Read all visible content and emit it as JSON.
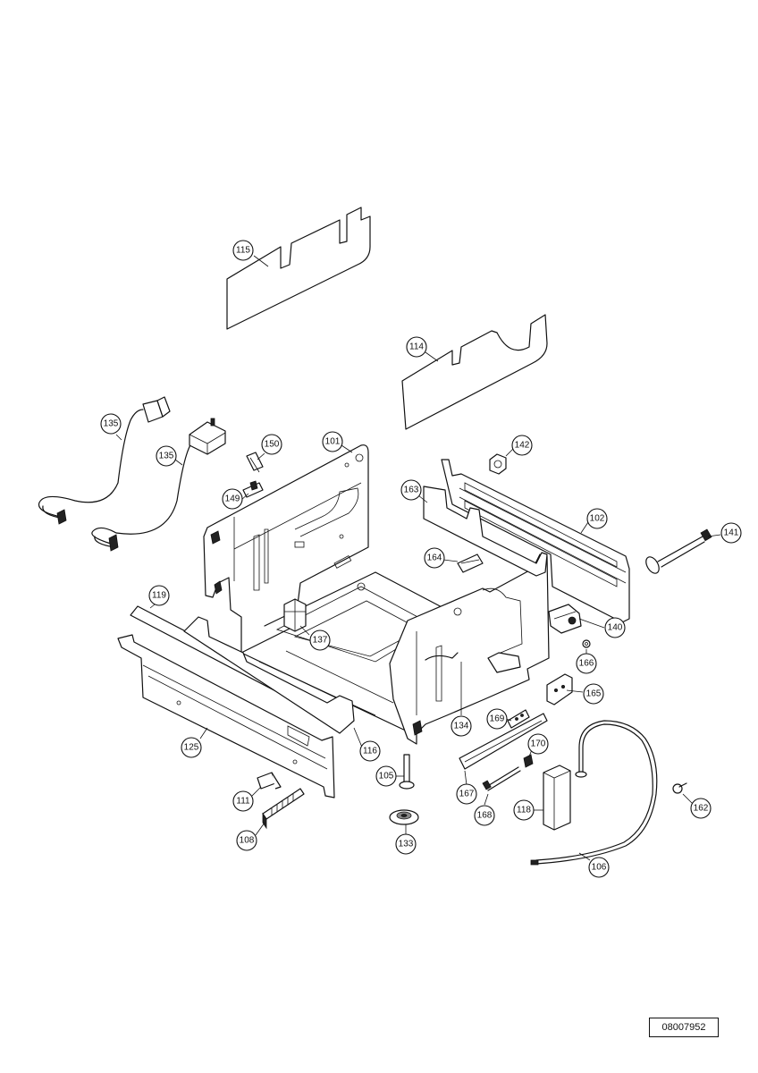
{
  "document_number": "08007952",
  "callouts": [
    {
      "label": "115",
      "ref": "panel-115"
    },
    {
      "label": "114",
      "ref": "panel-114"
    },
    {
      "label": "135",
      "ref": "power-cord-eu"
    },
    {
      "label": "135",
      "ref": "power-cord-uk"
    },
    {
      "label": "150",
      "ref": "clip-150"
    },
    {
      "label": "149",
      "ref": "clip-149"
    },
    {
      "label": "101",
      "ref": "side-frame-left"
    },
    {
      "label": "142",
      "ref": "nut-142"
    },
    {
      "label": "163",
      "ref": "insulation-163"
    },
    {
      "label": "102",
      "ref": "side-frame-right"
    },
    {
      "label": "141",
      "ref": "bolt-141"
    },
    {
      "label": "164",
      "ref": "clip-164"
    },
    {
      "label": "119",
      "ref": "strip-119"
    },
    {
      "label": "137",
      "ref": "motor-137"
    },
    {
      "label": "140",
      "ref": "valve-140"
    },
    {
      "label": "166",
      "ref": "washer-166"
    },
    {
      "label": "165",
      "ref": "bracket-165"
    },
    {
      "label": "134",
      "ref": "hose-134"
    },
    {
      "label": "169",
      "ref": "clip-169"
    },
    {
      "label": "125",
      "ref": "front-rail-125"
    },
    {
      "label": "116",
      "ref": "insulation-116"
    },
    {
      "label": "170",
      "ref": "clip-170"
    },
    {
      "label": "105",
      "ref": "foot-105"
    },
    {
      "label": "167",
      "ref": "slide-167"
    },
    {
      "label": "111",
      "ref": "bracket-111"
    },
    {
      "label": "168",
      "ref": "rod-168"
    },
    {
      "label": "118",
      "ref": "block-118"
    },
    {
      "label": "162",
      "ref": "clamp-162"
    },
    {
      "label": "108",
      "ref": "connector-108"
    },
    {
      "label": "133",
      "ref": "foot-133"
    },
    {
      "label": "106",
      "ref": "hose-106"
    }
  ]
}
